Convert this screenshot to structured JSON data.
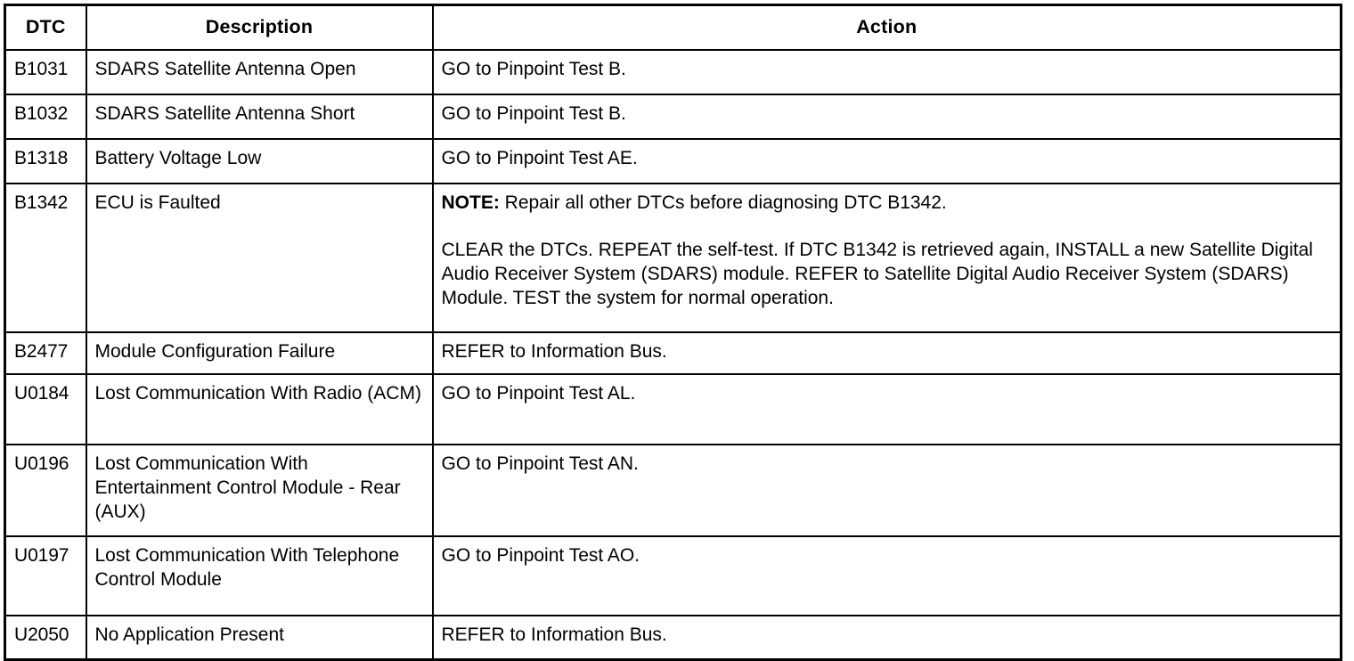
{
  "table": {
    "headers": {
      "dtc": "DTC",
      "description": "Description",
      "action": "Action"
    },
    "rows": [
      {
        "dtc": "B1031",
        "description": "SDARS Satellite Antenna Open",
        "action": "GO to Pinpoint Test B."
      },
      {
        "dtc": "B1032",
        "description": "SDARS Satellite Antenna Short",
        "action": "GO to Pinpoint Test B."
      },
      {
        "dtc": "B1318",
        "description": "Battery Voltage Low",
        "action": "GO to Pinpoint Test AE."
      },
      {
        "dtc": "B1342",
        "description": "ECU is Faulted",
        "action_note_label": "NOTE:",
        "action_note_text": " Repair all other DTCs before diagnosing DTC B1342.",
        "action_body": "CLEAR the DTCs. REPEAT the self-test. If DTC B1342 is retrieved again, INSTALL a new Satellite Digital Audio Receiver System (SDARS) module. REFER to Satellite Digital Audio Receiver System (SDARS) Module. TEST the system for normal operation."
      },
      {
        "dtc": "B2477",
        "description": "Module Configuration Failure",
        "action": "REFER to Information Bus."
      },
      {
        "dtc": "U0184",
        "description": "Lost Communication With Radio (ACM)",
        "action": "GO to Pinpoint Test AL."
      },
      {
        "dtc": "U0196",
        "description": "Lost Communication With Entertainment Control Module - Rear (AUX)",
        "action": "GO to Pinpoint Test AN."
      },
      {
        "dtc": "U0197",
        "description": "Lost Communication With Telephone Control Module",
        "action": "GO to Pinpoint Test AO."
      },
      {
        "dtc": "U2050",
        "description": "No Application Present",
        "action": "REFER to Information Bus."
      }
    ]
  }
}
